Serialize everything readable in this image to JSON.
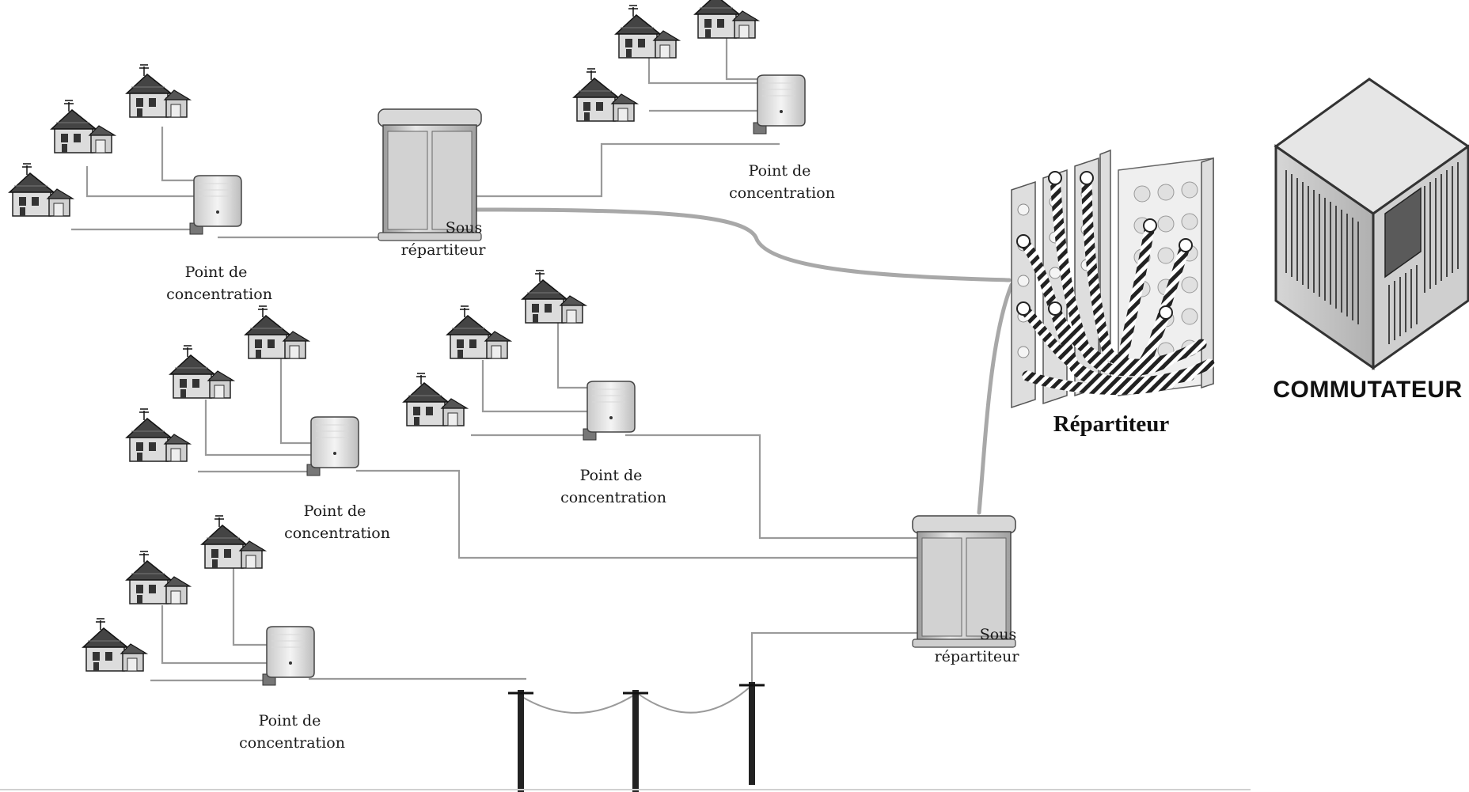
{
  "labels": {
    "pc_1_line1": "Point de",
    "pc_1_line2": "concentration",
    "pc_2_line1": "Point de",
    "pc_2_line2": "concentration",
    "pc_3_line1": "Point de",
    "pc_3_line2": "concentration",
    "pc_4_line1": "Point de",
    "pc_4_line2": "concentration",
    "pc_5_line1": "Point de",
    "pc_5_line2": "concentration",
    "sr_1_line1": "Sous",
    "sr_1_line2": "répartiteur",
    "sr_2_line1": "Sous",
    "sr_2_line2": "répartiteur",
    "repartiteur": "Répartiteur",
    "commutateur": "COMMUTATEUR"
  },
  "icons": {
    "house": "house-icon",
    "concentration_box": "concentration-point-icon",
    "cabinet": "sub-distributor-cabinet-icon",
    "distribution_frame": "distribution-frame-icon",
    "switch": "switch-server-icon",
    "pole": "telephone-pole-icon"
  },
  "colors": {
    "wire": "#9a9a9a",
    "trunk": "#a8a8a8",
    "outline": "#333333",
    "fill_light": "#e6e6e6",
    "fill_dark": "#5a5a5a"
  }
}
